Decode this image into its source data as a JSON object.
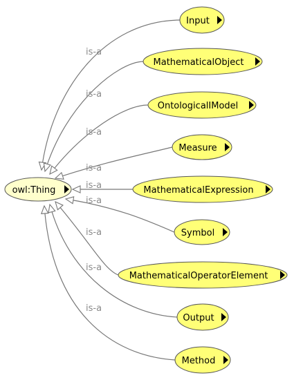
{
  "colors": {
    "root_fill": "#ffffcc",
    "node_fill": "#ffff77",
    "edge": "#777777",
    "edge_label": "#8a8a8a"
  },
  "root": {
    "label": "owl:Thing",
    "icon": "expand-triangle-icon"
  },
  "edge_label": "is-a",
  "children": [
    {
      "label": "Input",
      "icon": "expand-triangle-icon"
    },
    {
      "label": "MathematicalObject",
      "icon": "expand-triangle-icon"
    },
    {
      "label": "OntologicalIModel",
      "icon": "expand-triangle-icon"
    },
    {
      "label": "Measure",
      "icon": "expand-triangle-icon"
    },
    {
      "label": "MathematicalExpression",
      "icon": "expand-triangle-icon"
    },
    {
      "label": "Symbol",
      "icon": "expand-triangle-icon"
    },
    {
      "label": "MathematicalOperatorElement",
      "icon": "expand-triangle-icon"
    },
    {
      "label": "Output",
      "icon": "expand-triangle-icon"
    },
    {
      "label": "Method",
      "icon": "expand-triangle-icon"
    }
  ]
}
